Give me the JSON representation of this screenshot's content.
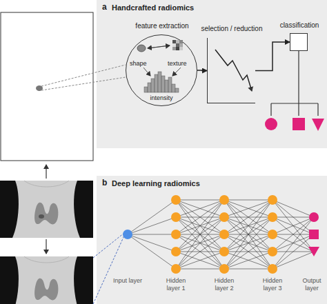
{
  "diagram": {
    "nodes": [
      {
        "text": [
          "a",
          "Handcrafted radiomics"
        ]
      },
      {
        "text": [
          "feature extraction",
          "shape",
          "texture",
          "intensity"
        ],
        "in": 0
      },
      {
        "text": [
          "selection / reduction"
        ],
        "in": 0
      },
      {
        "text": [
          "classification"
        ],
        "in": 0
      },
      {
        "text": [
          "b",
          "Deep learning radiomics"
        ]
      }
    ],
    "edges": [
      {
        "from": 1,
        "to": 2,
        "arrow": "to"
      },
      {
        "from": 2,
        "to": 3,
        "arrow": "to"
      }
    ],
    "labels": [
      "Input layer",
      "Hidden layer 1",
      "Hidden layer 2",
      "Hidden layer 3",
      "Output layer"
    ]
  }
}
